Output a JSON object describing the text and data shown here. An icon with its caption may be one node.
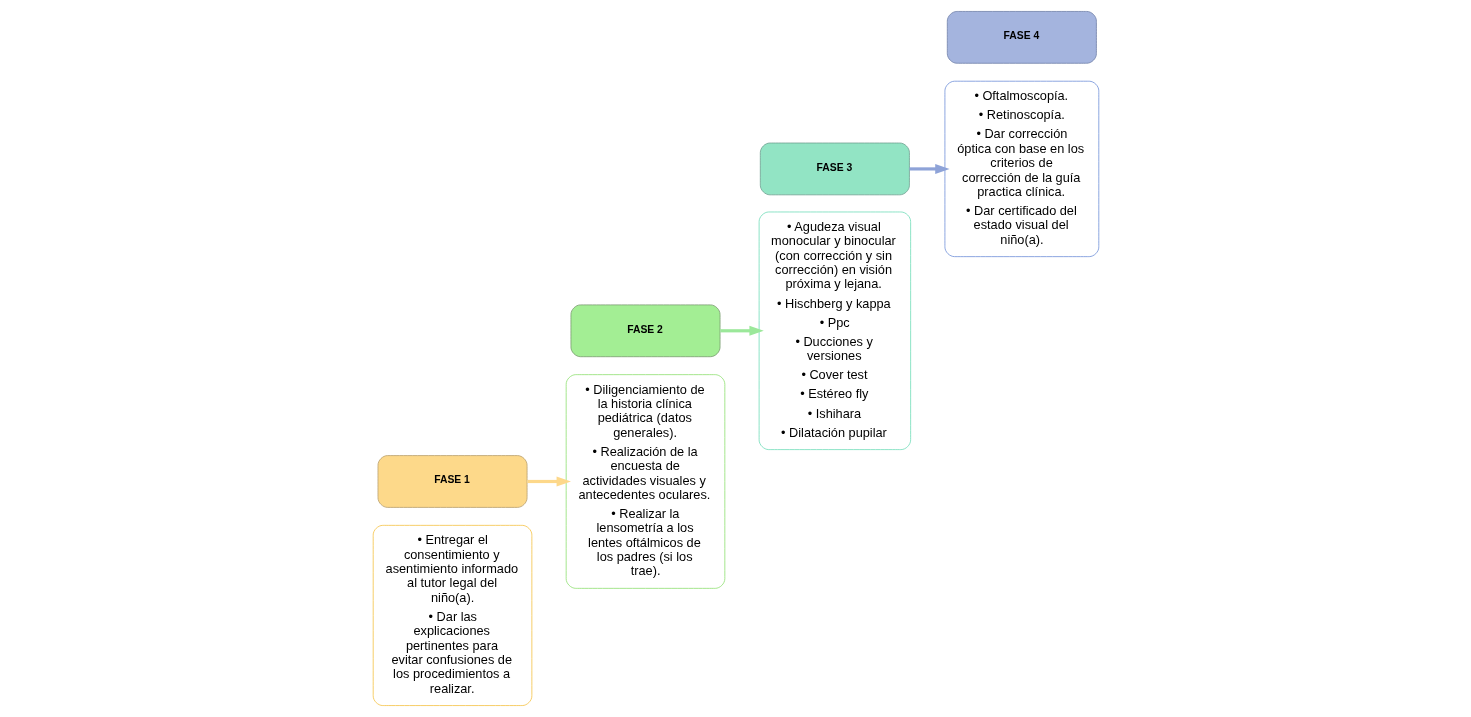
{
  "diagram": {
    "nodes": [
      {
        "text": [
          "• Entregar el consentimiento y asentimiento informado al tutor legal del niño(a).",
          "• Dar las explicaciones pertinentes para evitar confusiones de los procedimientos a realizar."
        ]
      },
      {
        "text": [
          "FASE 1"
        ]
      },
      {
        "text": [
          "FASE 2"
        ]
      },
      {
        "text": [
          "• Diligenciamiento de la historia clínica pediátrica (datos generales).",
          "• Realización de la encuesta de actividades visuales y antecedentes oculares.",
          "• Realizar la lensometría a los lentes oftálmicos de los padres (si los trae)."
        ]
      },
      {
        "text": [
          "• Agudeza visual monocular y binocular (con corrección y sin corrección) en visión próxima y lejana.",
          "• Hischberg y kappa",
          "• Ppc",
          "• Ducciones y versiones",
          "• Cover test",
          "• Estéreo fly",
          "• Ishihara",
          "• Dilatación pupilar"
        ]
      },
      {
        "text": [
          "FASE 3"
        ]
      },
      {
        "text": [
          "FASE 4"
        ]
      },
      {
        "text": [
          "• Oftalmoscopía.",
          "• Retinoscopía.",
          "• Dar corrección óptica con base en los criterios de corrección de la guía practica clínica.",
          "• Dar certificado del estado visual del niño(a)."
        ]
      }
    ],
    "edges": [
      {
        "from": 1,
        "to": 3,
        "arrow": "to",
        "color": "#fdd88a"
      },
      {
        "from": 2,
        "to": 4,
        "arrow": "to",
        "color": "#9be89a"
      },
      {
        "from": 5,
        "to": 7,
        "arrow": "to",
        "color": "#8ea3d8"
      }
    ]
  }
}
